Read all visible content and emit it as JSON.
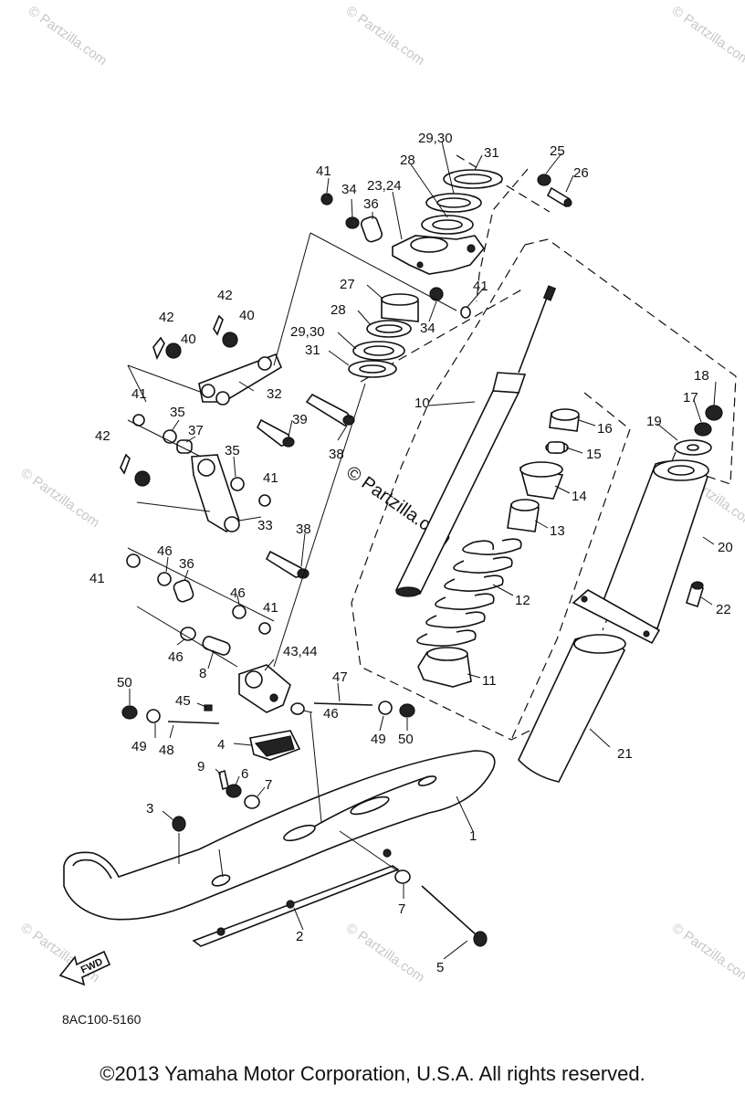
{
  "watermark": {
    "text": "© Partzilla.com"
  },
  "diagram": {
    "code": "8AC100-5160",
    "fwd_label": "FWD",
    "callouts": [
      {
        "id": "c1",
        "label": "1"
      },
      {
        "id": "c2",
        "label": "2"
      },
      {
        "id": "c3",
        "label": "3"
      },
      {
        "id": "c4",
        "label": "4"
      },
      {
        "id": "c5",
        "label": "5"
      },
      {
        "id": "c6",
        "label": "6"
      },
      {
        "id": "c7a",
        "label": "7"
      },
      {
        "id": "c7b",
        "label": "7"
      },
      {
        "id": "c8",
        "label": "8"
      },
      {
        "id": "c9",
        "label": "9"
      },
      {
        "id": "c10",
        "label": "10"
      },
      {
        "id": "c11",
        "label": "11"
      },
      {
        "id": "c12",
        "label": "12"
      },
      {
        "id": "c13",
        "label": "13"
      },
      {
        "id": "c14",
        "label": "14"
      },
      {
        "id": "c15",
        "label": "15"
      },
      {
        "id": "c16",
        "label": "16"
      },
      {
        "id": "c17",
        "label": "17"
      },
      {
        "id": "c18",
        "label": "18"
      },
      {
        "id": "c19",
        "label": "19"
      },
      {
        "id": "c20",
        "label": "20"
      },
      {
        "id": "c21",
        "label": "21"
      },
      {
        "id": "c22",
        "label": "22"
      },
      {
        "id": "c23",
        "label": "23,24"
      },
      {
        "id": "c25",
        "label": "25"
      },
      {
        "id": "c26",
        "label": "26"
      },
      {
        "id": "c27",
        "label": "27"
      },
      {
        "id": "c28a",
        "label": "28"
      },
      {
        "id": "c28b",
        "label": "28"
      },
      {
        "id": "c29a",
        "label": "29,30"
      },
      {
        "id": "c29b",
        "label": "29,30"
      },
      {
        "id": "c31a",
        "label": "31"
      },
      {
        "id": "c31b",
        "label": "31"
      },
      {
        "id": "c32",
        "label": "32"
      },
      {
        "id": "c33",
        "label": "33"
      },
      {
        "id": "c34a",
        "label": "34"
      },
      {
        "id": "c34b",
        "label": "34"
      },
      {
        "id": "c35a",
        "label": "35"
      },
      {
        "id": "c35b",
        "label": "35"
      },
      {
        "id": "c36a",
        "label": "36"
      },
      {
        "id": "c36b",
        "label": "36"
      },
      {
        "id": "c37",
        "label": "37"
      },
      {
        "id": "c38a",
        "label": "38"
      },
      {
        "id": "c38b",
        "label": "38"
      },
      {
        "id": "c39",
        "label": "39"
      },
      {
        "id": "c40a",
        "label": "40"
      },
      {
        "id": "c40b",
        "label": "40"
      },
      {
        "id": "c41a",
        "label": "41"
      },
      {
        "id": "c41b",
        "label": "41"
      },
      {
        "id": "c41c",
        "label": "41"
      },
      {
        "id": "c41d",
        "label": "41"
      },
      {
        "id": "c41e",
        "label": "41"
      },
      {
        "id": "c41f",
        "label": "41"
      },
      {
        "id": "c42a",
        "label": "42"
      },
      {
        "id": "c42b",
        "label": "42"
      },
      {
        "id": "c42c",
        "label": "42"
      },
      {
        "id": "c43",
        "label": "43,44"
      },
      {
        "id": "c45",
        "label": "45"
      },
      {
        "id": "c46a",
        "label": "46"
      },
      {
        "id": "c46b",
        "label": "46"
      },
      {
        "id": "c46c",
        "label": "46"
      },
      {
        "id": "c46d",
        "label": "46"
      },
      {
        "id": "c47",
        "label": "47"
      },
      {
        "id": "c48",
        "label": "48"
      },
      {
        "id": "c49a",
        "label": "49"
      },
      {
        "id": "c49b",
        "label": "49"
      },
      {
        "id": "c50a",
        "label": "50"
      },
      {
        "id": "c50b",
        "label": "50"
      }
    ]
  },
  "copyright": "©2013  Yamaha Motor Corporation, U.S.A. All rights reserved."
}
